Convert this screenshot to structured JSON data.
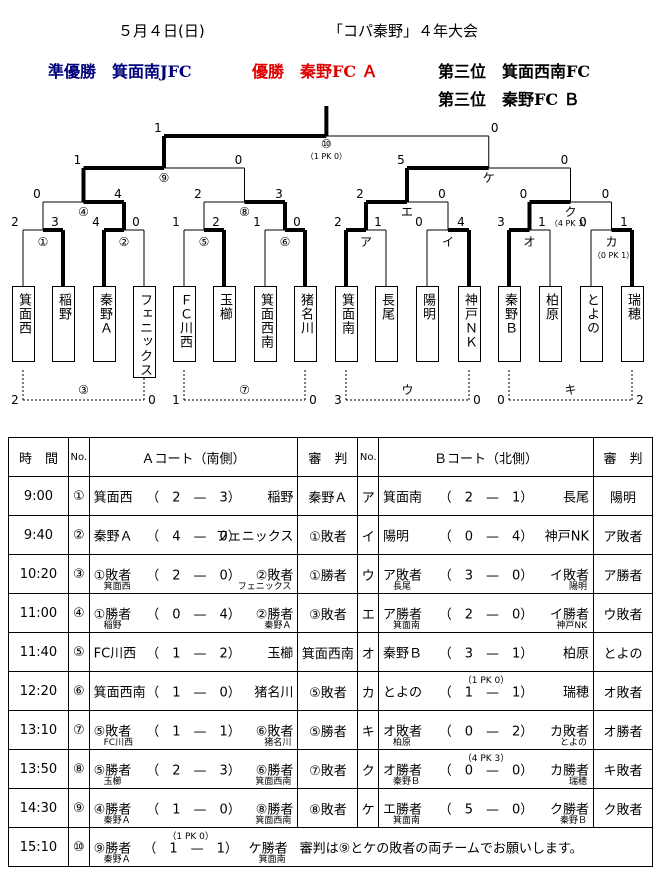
{
  "header": {
    "date": "５月４日(日)",
    "title": "「コパ秦野」４年大会"
  },
  "results": {
    "runner_up": "準優勝　箕面南JFC",
    "champion": "優勝　秦野FC Ａ",
    "third_1": "第三位　箕面西南FC",
    "third_2": "第三位　秦野FC Ｂ"
  },
  "bracket": {
    "teams": [
      "箕面西",
      "稲野",
      "秦野Ａ",
      "フェニックス",
      "ＦＣ川西",
      "玉櫛",
      "箕面西南",
      "猪名川",
      "箕面南",
      "長尾",
      "陽明",
      "神戸ＮＫ",
      "秦野Ｂ",
      "柏原",
      "とよの",
      "瑞穂"
    ],
    "r1_labels": [
      "①",
      "②",
      "⑤",
      "⑥",
      "ア",
      "イ",
      "オ",
      "カ"
    ],
    "r2_labels": [
      "④",
      "⑧",
      "エ",
      "ク"
    ],
    "r3_labels": [
      "⑨",
      "ケ"
    ],
    "final_label": "⑩",
    "final_pk": "（1 PK 0）",
    "ku_pk": "（4 PK 3）",
    "ka_pk": "（0 PK 1）",
    "consolation_labels": [
      "③",
      "⑦",
      "ウ",
      "キ"
    ],
    "scores": {
      "final": [
        "1",
        "0"
      ],
      "r3": [
        "1",
        "0",
        "5",
        "0"
      ],
      "r2": [
        "0",
        "4",
        "2",
        "3",
        "2",
        "0",
        "0",
        "0"
      ],
      "r1": [
        "2",
        "3",
        "4",
        "0",
        "1",
        "2",
        "1",
        "0",
        "2",
        "1",
        "0",
        "4",
        "3",
        "1",
        "0",
        "1"
      ],
      "cons": [
        "2",
        "0",
        "1",
        "0",
        "3",
        "0",
        "0",
        "2"
      ]
    }
  },
  "schedule": {
    "headers": {
      "time": "時　間",
      "no_a": "No.",
      "court_a": "Ａコート（南側）",
      "ref_a": "審　判",
      "no_b": "No.",
      "court_b": "Ｂコート（北側）",
      "ref_b": "審　判"
    },
    "rows": [
      {
        "time": "9:00",
        "na": "①",
        "a": {
          "l": "箕面西",
          "s": "（　2　—　3）",
          "r": "稲野",
          "sl": "",
          "sr": "",
          "pk": ""
        },
        "ra": "秦野Ａ",
        "nb": "ア",
        "b": {
          "l": "箕面南",
          "s": "（　2　—　1）",
          "r": "長尾",
          "sl": "",
          "sr": "",
          "pk": ""
        },
        "rb": "陽明"
      },
      {
        "time": "9:40",
        "na": "②",
        "a": {
          "l": "秦野Ａ",
          "s": "（　4　—　0）",
          "r": "フェニックス",
          "sl": "",
          "sr": "",
          "pk": ""
        },
        "ra": "①敗者",
        "nb": "イ",
        "b": {
          "l": "陽明",
          "s": "（　0　—　4）",
          "r": "神戸NK",
          "sl": "",
          "sr": "",
          "pk": ""
        },
        "rb": "ア敗者"
      },
      {
        "time": "10:20",
        "na": "③",
        "a": {
          "l": "①敗者",
          "s": "（　2　—　0）",
          "r": "②敗者",
          "sl": "箕面西",
          "sr": "フェニックス",
          "pk": ""
        },
        "ra": "①勝者",
        "nb": "ウ",
        "b": {
          "l": "ア敗者",
          "s": "（　3　—　0）",
          "r": "イ敗者",
          "sl": "長尾",
          "sr": "陽明",
          "pk": ""
        },
        "rb": "ア勝者"
      },
      {
        "time": "11:00",
        "na": "④",
        "a": {
          "l": "①勝者",
          "s": "（　0　—　4）",
          "r": "②勝者",
          "sl": "稲野",
          "sr": "秦野Ａ",
          "pk": ""
        },
        "ra": "③敗者",
        "nb": "エ",
        "b": {
          "l": "ア勝者",
          "s": "（　2　—　0）",
          "r": "イ勝者",
          "sl": "箕面南",
          "sr": "神戸NK",
          "pk": ""
        },
        "rb": "ウ敗者"
      },
      {
        "time": "11:40",
        "na": "⑤",
        "a": {
          "l": "FC川西",
          "s": "（　1　—　2）",
          "r": "玉櫛",
          "sl": "",
          "sr": "",
          "pk": ""
        },
        "ra": "箕面西南",
        "nb": "オ",
        "b": {
          "l": "秦野Ｂ",
          "s": "（　3　—　1）",
          "r": "柏原",
          "sl": "",
          "sr": "",
          "pk": ""
        },
        "rb": "とよの"
      },
      {
        "time": "12:20",
        "na": "⑥",
        "a": {
          "l": "箕面西南",
          "s": "（　1　—　0）",
          "r": "猪名川",
          "sl": "",
          "sr": "",
          "pk": ""
        },
        "ra": "⑤敗者",
        "nb": "カ",
        "b": {
          "l": "とよの",
          "s": "（　1　—　1）",
          "r": "瑞穂",
          "sl": "",
          "sr": "",
          "pk": "（1 PK 0）"
        },
        "rb": "オ敗者"
      },
      {
        "time": "13:10",
        "na": "⑦",
        "a": {
          "l": "⑤敗者",
          "s": "（　1　—　1）",
          "r": "⑥敗者",
          "sl": "FC川西",
          "sr": "猪名川",
          "pk": ""
        },
        "ra": "⑤勝者",
        "nb": "キ",
        "b": {
          "l": "オ敗者",
          "s": "（　0　—　2）",
          "r": "カ敗者",
          "sl": "柏原",
          "sr": "とよの",
          "pk": ""
        },
        "rb": "オ勝者"
      },
      {
        "time": "13:50",
        "na": "⑧",
        "a": {
          "l": "⑤勝者",
          "s": "（　2　—　3）",
          "r": "⑥勝者",
          "sl": "玉櫛",
          "sr": "箕面西南",
          "pk": ""
        },
        "ra": "⑦敗者",
        "nb": "ク",
        "b": {
          "l": "オ勝者",
          "s": "（　0　—　0）",
          "r": "カ勝者",
          "sl": "秦野Ｂ",
          "sr": "瑞穂",
          "pk": "（4 PK 3）"
        },
        "rb": "キ敗者"
      },
      {
        "time": "14:30",
        "na": "⑨",
        "a": {
          "l": "④勝者",
          "s": "（　1　—　0）",
          "r": "⑧勝者",
          "sl": "秦野Ａ",
          "sr": "箕面西南",
          "pk": ""
        },
        "ra": "⑧敗者",
        "nb": "ケ",
        "b": {
          "l": "エ勝者",
          "s": "（　5　—　0）",
          "r": "ク勝者",
          "sl": "箕面南",
          "sr": "秦野Ｂ",
          "pk": ""
        },
        "rb": "ク敗者"
      }
    ],
    "final_row": {
      "time": "15:10",
      "na": "⑩",
      "l": "⑨勝者",
      "s": "（　1　—　1）",
      "r": "ケ勝者",
      "sl": "秦野Ａ",
      "sr": "箕面南",
      "pk": "（1 PK 0）",
      "note": "審判は⑨とケの敗者の両チームでお願いします。"
    }
  }
}
